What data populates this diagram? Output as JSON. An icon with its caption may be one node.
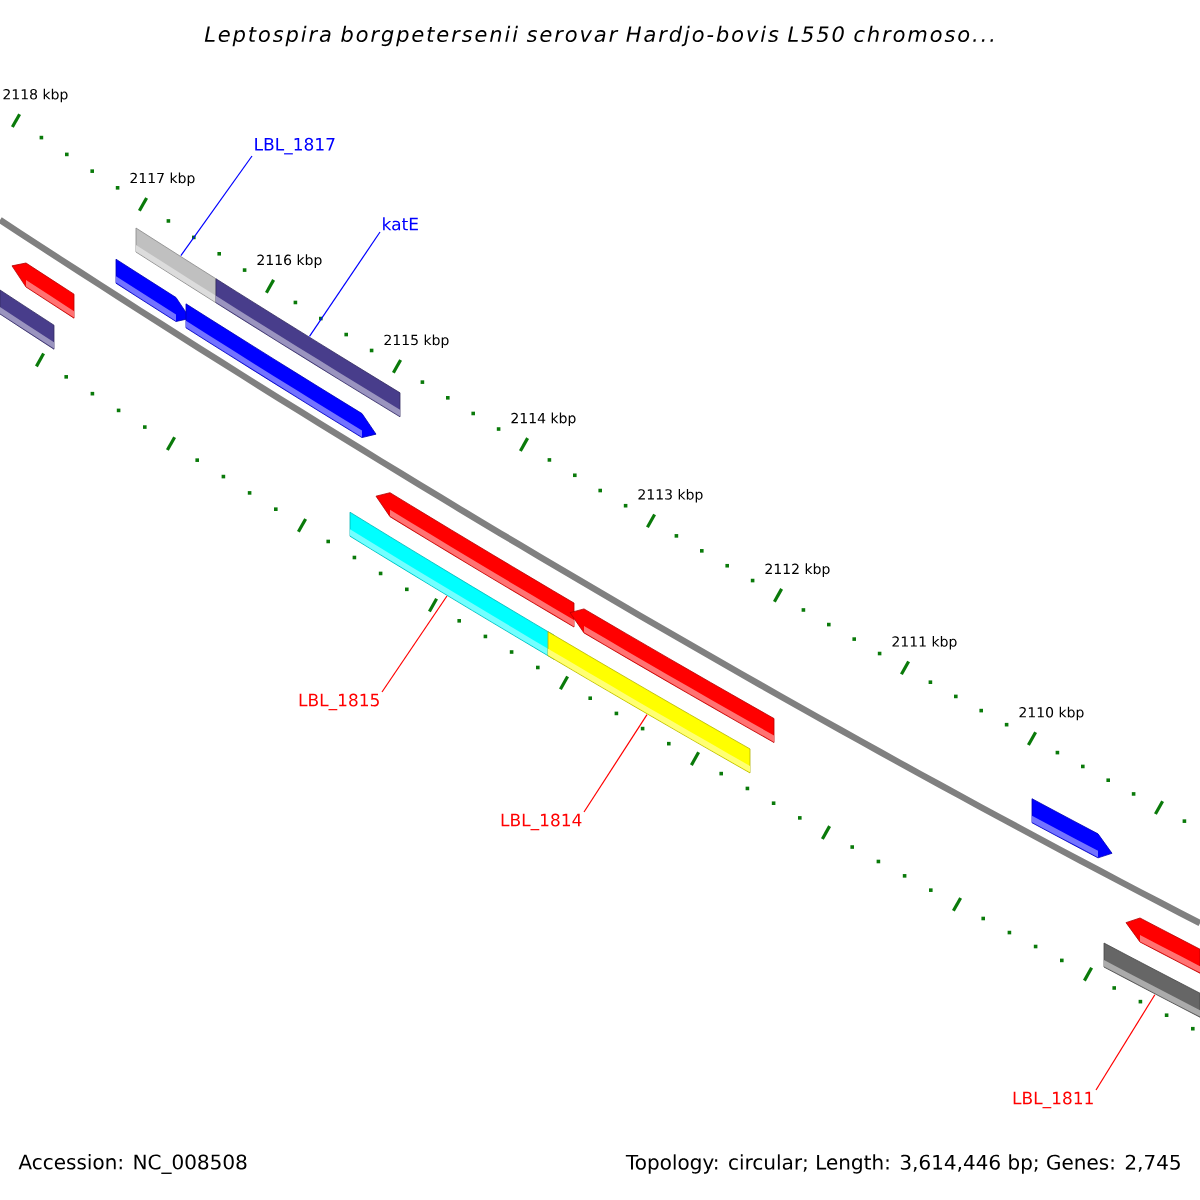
{
  "diagram": {
    "title": "Leptospira borgpetersenii serovar Hardjo-bovis L550 chromoso...",
    "nodes": [
      {
        "text": [
          "LBL_1817"
        ]
      },
      {
        "text": [],
        "shape": "bar"
      },
      {
        "text": [
          "katE"
        ]
      },
      {
        "text": [],
        "shape": "bar"
      },
      {
        "text": [
          "LBL_1815"
        ]
      },
      {
        "text": [],
        "shape": "bar"
      },
      {
        "text": [
          "LBL_1814"
        ]
      },
      {
        "text": [],
        "shape": "bar"
      },
      {
        "text": [
          "LBL_1811"
        ]
      },
      {
        "text": [],
        "shape": "bar"
      }
    ],
    "edges": [
      {
        "from": 0,
        "to": 1,
        "arrow": "none",
        "color": "#0000ff"
      },
      {
        "from": 2,
        "to": 3,
        "arrow": "none",
        "color": "#0000ff"
      },
      {
        "from": 4,
        "to": 5,
        "arrow": "none"
      },
      {
        "from": 6,
        "to": 7,
        "arrow": "none"
      },
      {
        "from": 8,
        "to": 9,
        "arrow": "none"
      }
    ],
    "labels": [
      "2118 kbp",
      "2117 kbp",
      "2116 kbp",
      "2115 kbp",
      "2114 kbp",
      "2113 kbp",
      "2112 kbp",
      "2111 kbp",
      "2110 kbp",
      "Accession: NC_008508",
      "Topology: circular; Length: 3,614,446 bp; Genes: 2,745"
    ]
  }
}
